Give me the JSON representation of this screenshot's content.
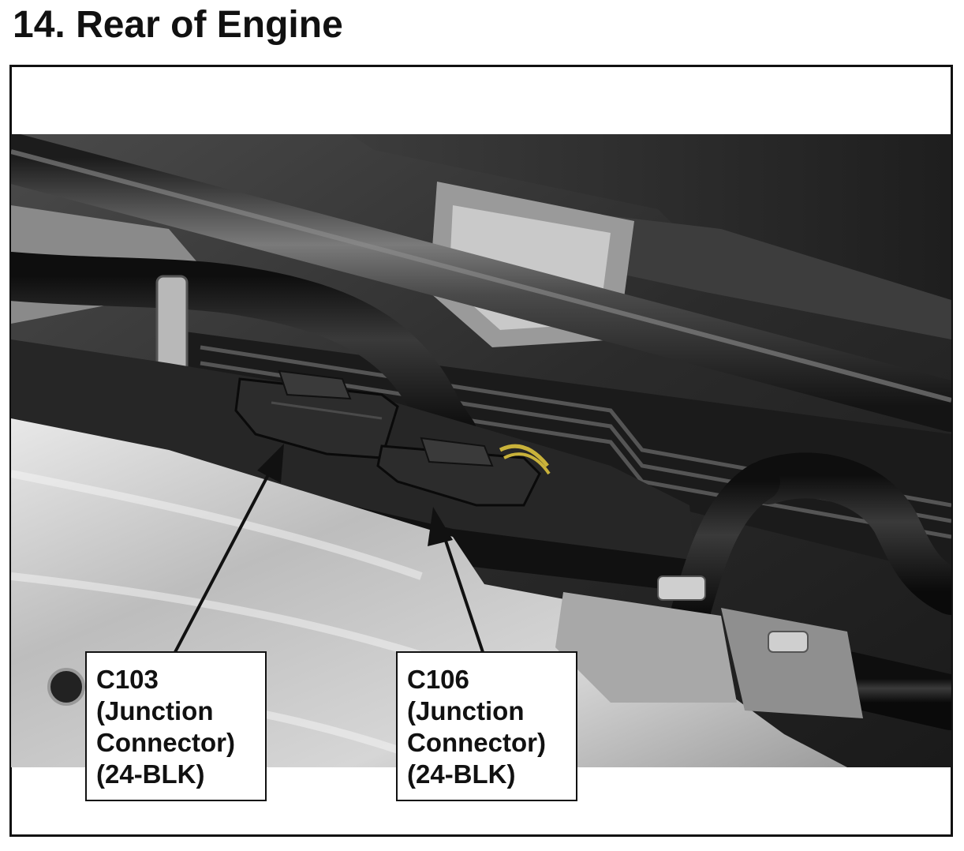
{
  "title": "14.  Rear of Engine",
  "callouts": [
    {
      "id": "C103",
      "lines": [
        "C103",
        "(Junction",
        "Connector)",
        "(24-BLK)"
      ]
    },
    {
      "id": "C106",
      "lines": [
        "C106",
        "(Junction",
        "Connector)",
        "(24-BLK)"
      ]
    }
  ],
  "photo_subject": "engine-bay-rear-view",
  "colors": {
    "frame": "#111111",
    "arrow": "#111111",
    "background": "#ffffff"
  }
}
